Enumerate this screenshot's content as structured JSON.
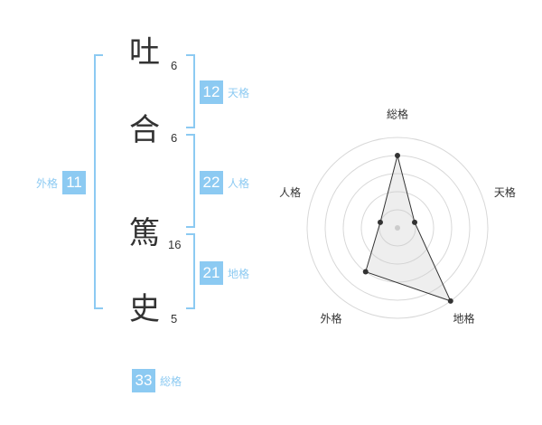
{
  "name": {
    "chars": [
      {
        "char": "吐",
        "strokes": "6"
      },
      {
        "char": "合",
        "strokes": "6"
      },
      {
        "char": "篤",
        "strokes": "16"
      },
      {
        "char": "史",
        "strokes": "5"
      }
    ]
  },
  "fortune": {
    "tenkaku": {
      "value": "12",
      "label": "天格"
    },
    "jinkaku": {
      "value": "22",
      "label": "人格"
    },
    "chikaku": {
      "value": "21",
      "label": "地格"
    },
    "gaikaku": {
      "value": "11",
      "label": "外格"
    },
    "soukaku": {
      "value": "33",
      "label": "総格"
    }
  },
  "colors": {
    "accent": "#8ccaf2",
    "text": "#333333"
  },
  "chart_data": {
    "type": "radar",
    "axes": [
      "総格",
      "天格",
      "地格",
      "外格",
      "人格"
    ],
    "values": [
      4,
      1,
      5,
      3,
      1
    ],
    "range": [
      0,
      5
    ],
    "rings": 5
  }
}
